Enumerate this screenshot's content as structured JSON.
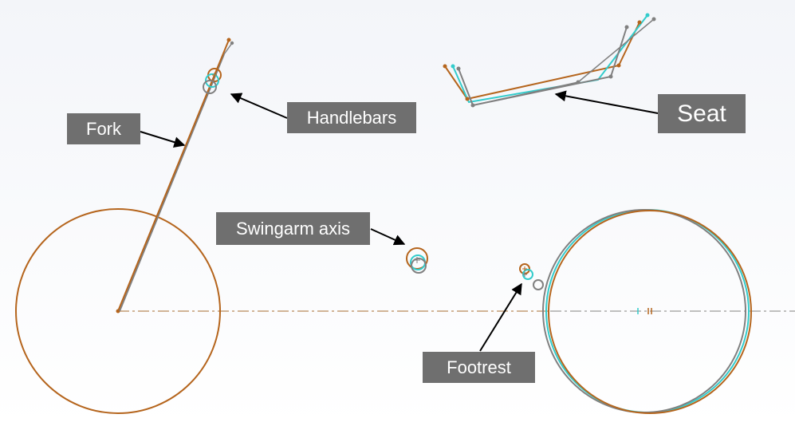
{
  "labels": {
    "fork": "Fork",
    "handlebars": "Handlebars",
    "seat": "Seat",
    "swingarm_axis": "Swingarm axis",
    "footrest": "Footrest"
  },
  "colors": {
    "orange": "#b5651d",
    "gray": "#808080",
    "cyan": "#33cccc",
    "label_bg": "#6f6f6f",
    "label_text": "#ffffff",
    "arrow": "#000000",
    "centerline_left": "#b8885a",
    "centerline_right": "#9a9a9a"
  }
}
